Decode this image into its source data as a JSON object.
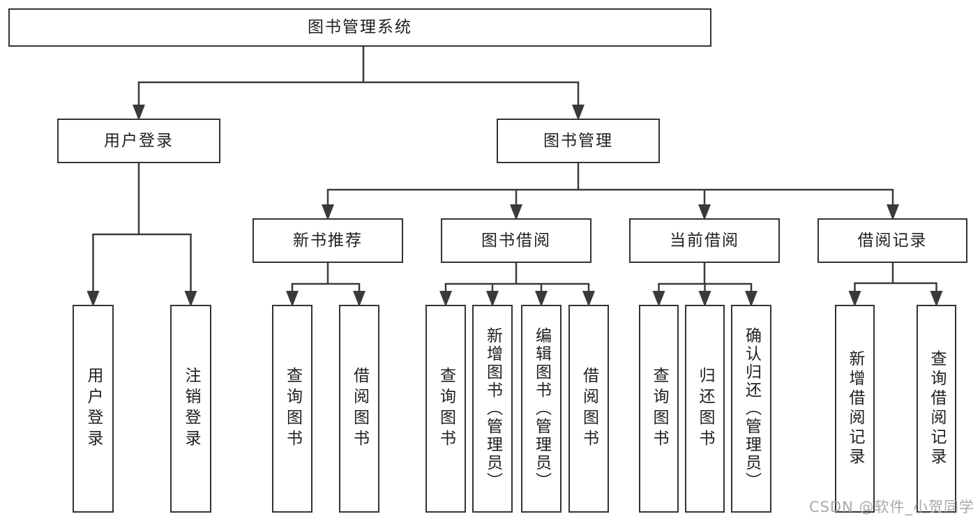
{
  "diagram": {
    "root": {
      "label": "图书管理系统"
    },
    "level1": [
      {
        "id": "user-login-branch",
        "label": "用户登录"
      },
      {
        "id": "book-management-branch",
        "label": "图书管理"
      }
    ],
    "level2": [
      {
        "id": "new-book-recommend",
        "label": "新书推荐"
      },
      {
        "id": "book-borrowing",
        "label": "图书借阅"
      },
      {
        "id": "current-borrowing",
        "label": "当前借阅"
      },
      {
        "id": "borrowing-records",
        "label": "借阅记录"
      }
    ],
    "leaves": [
      {
        "id": "user-login",
        "label": "用户登录"
      },
      {
        "id": "logout",
        "label": "注销登录"
      },
      {
        "id": "newbook-query-books",
        "label": "查询图书"
      },
      {
        "id": "newbook-borrow-books",
        "label": "借阅图书"
      },
      {
        "id": "borrow-query-books",
        "label": "查询图书"
      },
      {
        "id": "borrow-add-books-admin",
        "label": "新增图书（管理员）"
      },
      {
        "id": "borrow-edit-books-admin",
        "label": "编辑图书（管理员）"
      },
      {
        "id": "borrow-borrow-books",
        "label": "借阅图书"
      },
      {
        "id": "current-query-books",
        "label": "查询图书"
      },
      {
        "id": "current-return-books",
        "label": "归还图书"
      },
      {
        "id": "current-confirm-return-admin",
        "label": "确认归还（管理员）"
      },
      {
        "id": "records-add-record",
        "label": "新增借阅记录"
      },
      {
        "id": "records-query-record",
        "label": "查询借阅记录"
      }
    ]
  },
  "watermark": "CSDN @软件_小贺同学",
  "colors": {
    "line": "#3a3a3a",
    "box_border": "#333333",
    "text": "#1f1f1f",
    "background": "#ffffff",
    "watermark": "#a9a9a9"
  }
}
